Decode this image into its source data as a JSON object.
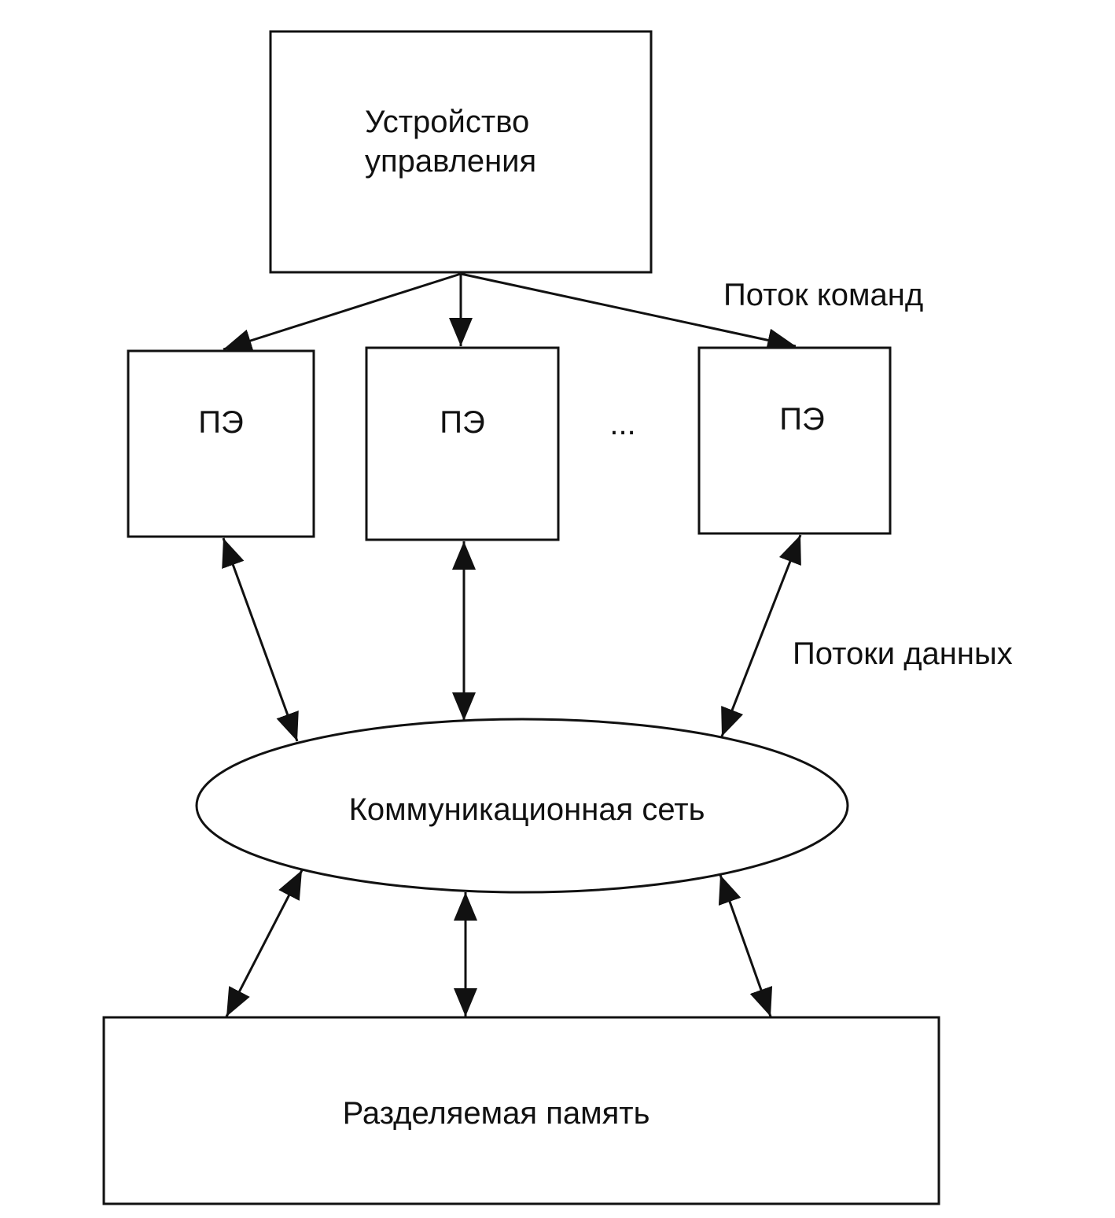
{
  "control_unit": {
    "line1": "Устройство",
    "line2": "управления"
  },
  "command_flow_label": "Поток команд",
  "processing_elements": [
    {
      "label": "ПЭ"
    },
    {
      "label": "ПЭ"
    },
    {
      "label": "ПЭ"
    }
  ],
  "ellipsis": "...",
  "data_flows_label": "Потоки данных",
  "network": {
    "label": "Коммуникационная сеть"
  },
  "shared_memory": {
    "label": "Разделяемая память"
  }
}
